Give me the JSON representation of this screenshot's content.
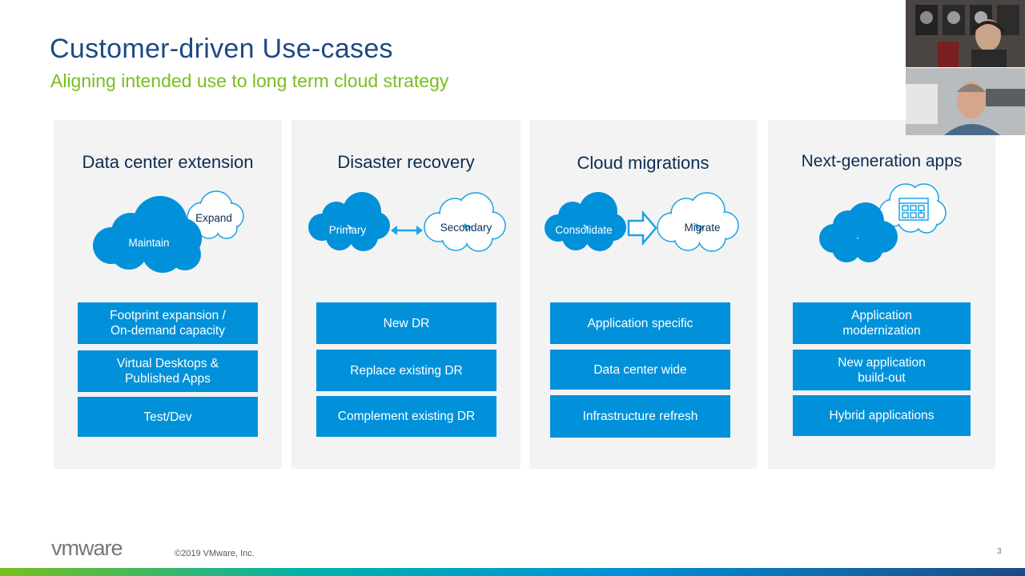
{
  "slide": {
    "title": "Customer-driven Use-cases",
    "subtitle": "Aligning intended use to long term cloud strategy",
    "copyright": "©2019 VMware, Inc.",
    "page_number": "3",
    "logo": "vmware"
  },
  "columns": [
    {
      "title": "Data center extension",
      "cloud_labels": [
        "Maintain",
        "Expand"
      ],
      "items": [
        "Footprint expansion /\nOn-demand capacity",
        "Virtual Desktops &\nPublished Apps",
        "Test/Dev"
      ]
    },
    {
      "title": "Disaster recovery",
      "cloud_labels": [
        "Primary",
        "Secondary"
      ],
      "items": [
        "New DR",
        "Replace existing DR",
        "Complement existing DR"
      ]
    },
    {
      "title": "Cloud migrations",
      "cloud_labels": [
        "Consolidate",
        "Migrate"
      ],
      "items": [
        "Application specific",
        "Data center wide",
        "Infrastructure refresh"
      ]
    },
    {
      "title": "Next-generation apps",
      "cloud_labels": [],
      "items": [
        "Application\nmodernization",
        "New application\nbuild-out",
        "Hybrid applications"
      ]
    }
  ],
  "colors": {
    "title": "#1d4a84",
    "subtitle": "#78be20",
    "accent_blue": "#0091da",
    "cloud_outline": "#1aa3e8"
  },
  "icons": [
    "double-arrow-icon",
    "right-arrow-icon",
    "app-grid-icon",
    "vmware-logo"
  ]
}
